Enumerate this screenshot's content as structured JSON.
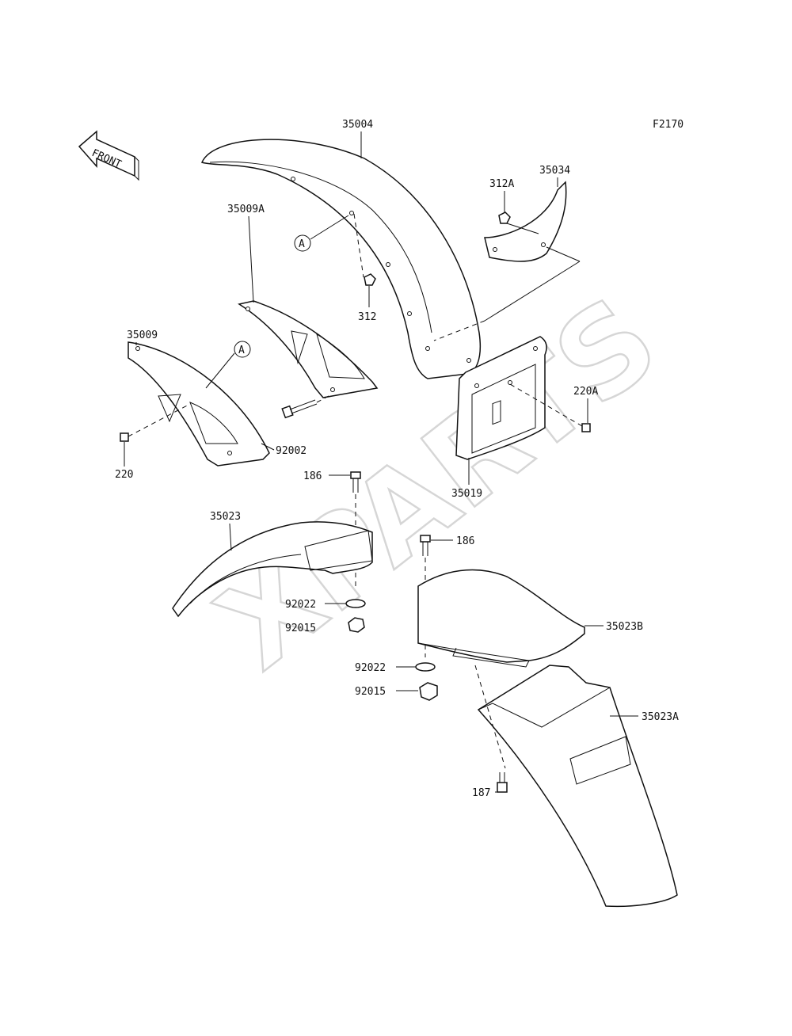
{
  "figure_code": "F2170",
  "front_label": "FRONT",
  "watermark": "XPARTS",
  "callouts": {
    "a1": "A",
    "a2": "A"
  },
  "parts": {
    "p35004": "35004",
    "p35034": "35034",
    "p312A": "312A",
    "p35009A": "35009A",
    "p312": "312",
    "p35009": "35009",
    "p220A": "220A",
    "p92002": "92002",
    "p220": "220",
    "p35019": "35019",
    "p186a": "186",
    "p35023": "35023",
    "p186b": "186",
    "p92022a": "92022",
    "p92015a": "92015",
    "p35023B": "35023B",
    "p92022b": "92022",
    "p92015b": "92015",
    "p35023A": "35023A",
    "p187": "187"
  }
}
